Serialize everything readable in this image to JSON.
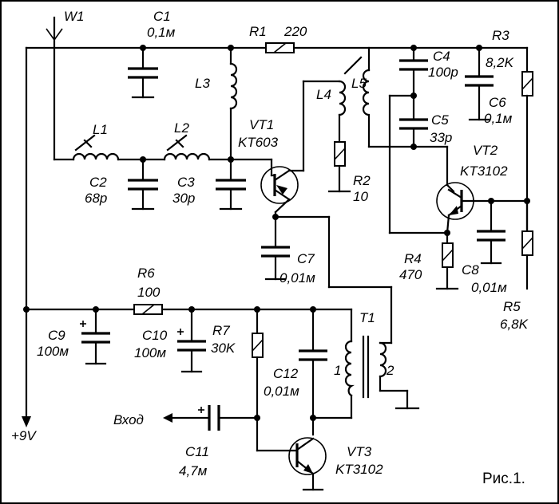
{
  "labels": {
    "W1": "W1",
    "C1": "C1",
    "C1v": "0,1м",
    "R1": "R1",
    "R1v": "220",
    "R3": "R3",
    "R3v": "8,2K",
    "C4": "C4",
    "C4v": "100p",
    "C5": "C5",
    "C5v": "33p",
    "C6": "C6",
    "C6v": "0,1м",
    "L1": "L1",
    "L2": "L2",
    "L3": "L3",
    "L4": "L4",
    "L5": "L5",
    "C2": "C2",
    "C2v": "68p",
    "C3": "C3",
    "C3v": "30p",
    "VT1": "VT1",
    "VT1t": "KT603",
    "R2": "R2",
    "R2v": "10",
    "VT2": "VT2",
    "VT2t": "KT3102",
    "C7": "C7",
    "C7v": "0,01м",
    "R4": "R4",
    "R4v": "470",
    "C8": "C8",
    "C8v": "0,01м",
    "R5": "R5",
    "R5v": "6,8K",
    "R6": "R6",
    "R6v": "100",
    "T1": "T1",
    "T1a": "1",
    "T1b": "2",
    "C9": "C9",
    "C9v": "100м",
    "C10": "C10",
    "C10v": "100м",
    "R7": "R7",
    "R7v": "30K",
    "C12": "C12",
    "C12v": "0,01м",
    "input": "Вход",
    "supply": "+9V",
    "C11": "C11",
    "C11v": "4,7м",
    "VT3": "VT3",
    "VT3t": "KT3102",
    "fig": "Рис.1."
  }
}
